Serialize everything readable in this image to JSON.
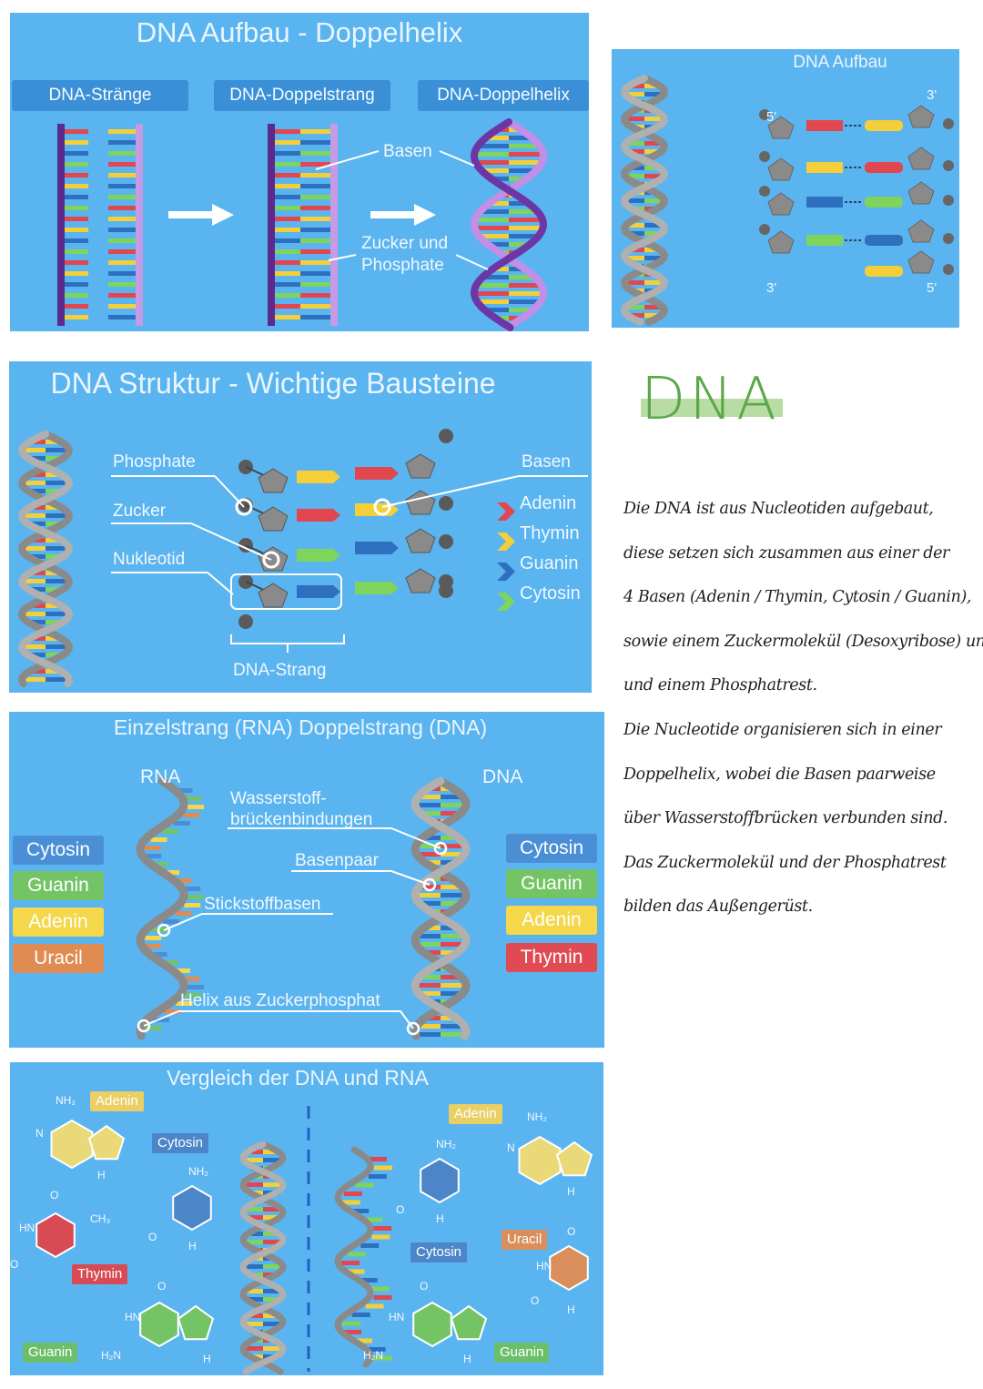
{
  "panel1": {
    "title": "DNA Aufbau - Doppelhelix",
    "tabs": [
      "DNA-Stränge",
      "DNA-Doppelstrang",
      "DNA-Doppelhelix"
    ],
    "label_basen": "Basen",
    "label_zucker": "Zucker und",
    "label_phosphate": "Phosphate"
  },
  "panel2": {
    "title": "DNA Aufbau",
    "prime_5_top": "5'",
    "prime_3_top": "3'",
    "prime_3_bottom": "3'",
    "prime_5_bottom": "5'"
  },
  "panel3": {
    "title": "DNA Struktur - Wichtige Bausteine",
    "label_phosphate": "Phosphate",
    "label_zucker": "Zucker",
    "label_nukleotid": "Nukleotid",
    "label_basen": "Basen",
    "label_strang": "DNA-Strang",
    "legend": [
      {
        "name": "Adenin",
        "color": "#e2464f"
      },
      {
        "name": "Thymin",
        "color": "#f4cf3a"
      },
      {
        "name": "Guanin",
        "color": "#2f6fc0"
      },
      {
        "name": "Cytosin",
        "color": "#7fd45b"
      }
    ]
  },
  "panel4": {
    "title": "Einzelstrang (RNA) Doppelstrang (DNA)",
    "label_rna": "RNA",
    "label_dna": "DNA",
    "label_wasserstoff_1": "Wasserstoff-",
    "label_wasserstoff_2": "brückenbindungen",
    "label_basenpaar": "Basenpaar",
    "label_stickstoff": "Stickstoffbasen",
    "label_helix": "Helix aus Zuckerphosphat",
    "left_badges": [
      {
        "name": "Cytosin",
        "color": "#4a8fd6"
      },
      {
        "name": "Guanin",
        "color": "#74c466"
      },
      {
        "name": "Adenin",
        "color": "#f4d74a"
      },
      {
        "name": "Uracil",
        "color": "#e08b52"
      }
    ],
    "right_badges": [
      {
        "name": "Cytosin",
        "color": "#4a8fd6"
      },
      {
        "name": "Guanin",
        "color": "#74c466"
      },
      {
        "name": "Adenin",
        "color": "#f4d74a"
      },
      {
        "name": "Thymin",
        "color": "#e04a53"
      }
    ]
  },
  "panel5": {
    "title": "Vergleich der DNA und RNA",
    "dna_side": {
      "adenin": "Adenin",
      "cytosin": "Cytosin",
      "thymin": "Thymin",
      "guanin": "Guanin"
    },
    "rna_side": {
      "adenin": "Adenin",
      "cytosin": "Cytosin",
      "uracil": "Uracil",
      "guanin": "Guanin"
    },
    "atoms": {
      "nh2": "NH₂",
      "n": "N",
      "h": "H",
      "o": "O",
      "hn": "HN",
      "ch3": "CH₃",
      "h2n": "H₂N"
    }
  },
  "notes": {
    "heading": "DNA",
    "lines": [
      "Die DNA ist aus Nucleotiden aufgebaut,",
      "diese setzen sich zusammen aus einer der",
      "4 Basen (Adenin / Thymin, Cytosin / Guanin),",
      "sowie einem Zuckermolekül (Desoxyribose) und",
      "und einem Phosphatrest.",
      "Die Nucleotide organisieren sich in einer",
      "Doppelhelix, wobei die Basen paarweise",
      "über Wasserstoffbrücken verbunden sind.",
      "Das Zuckermolekül und der Phosphatrest",
      "bilden das Außengerüst."
    ]
  }
}
